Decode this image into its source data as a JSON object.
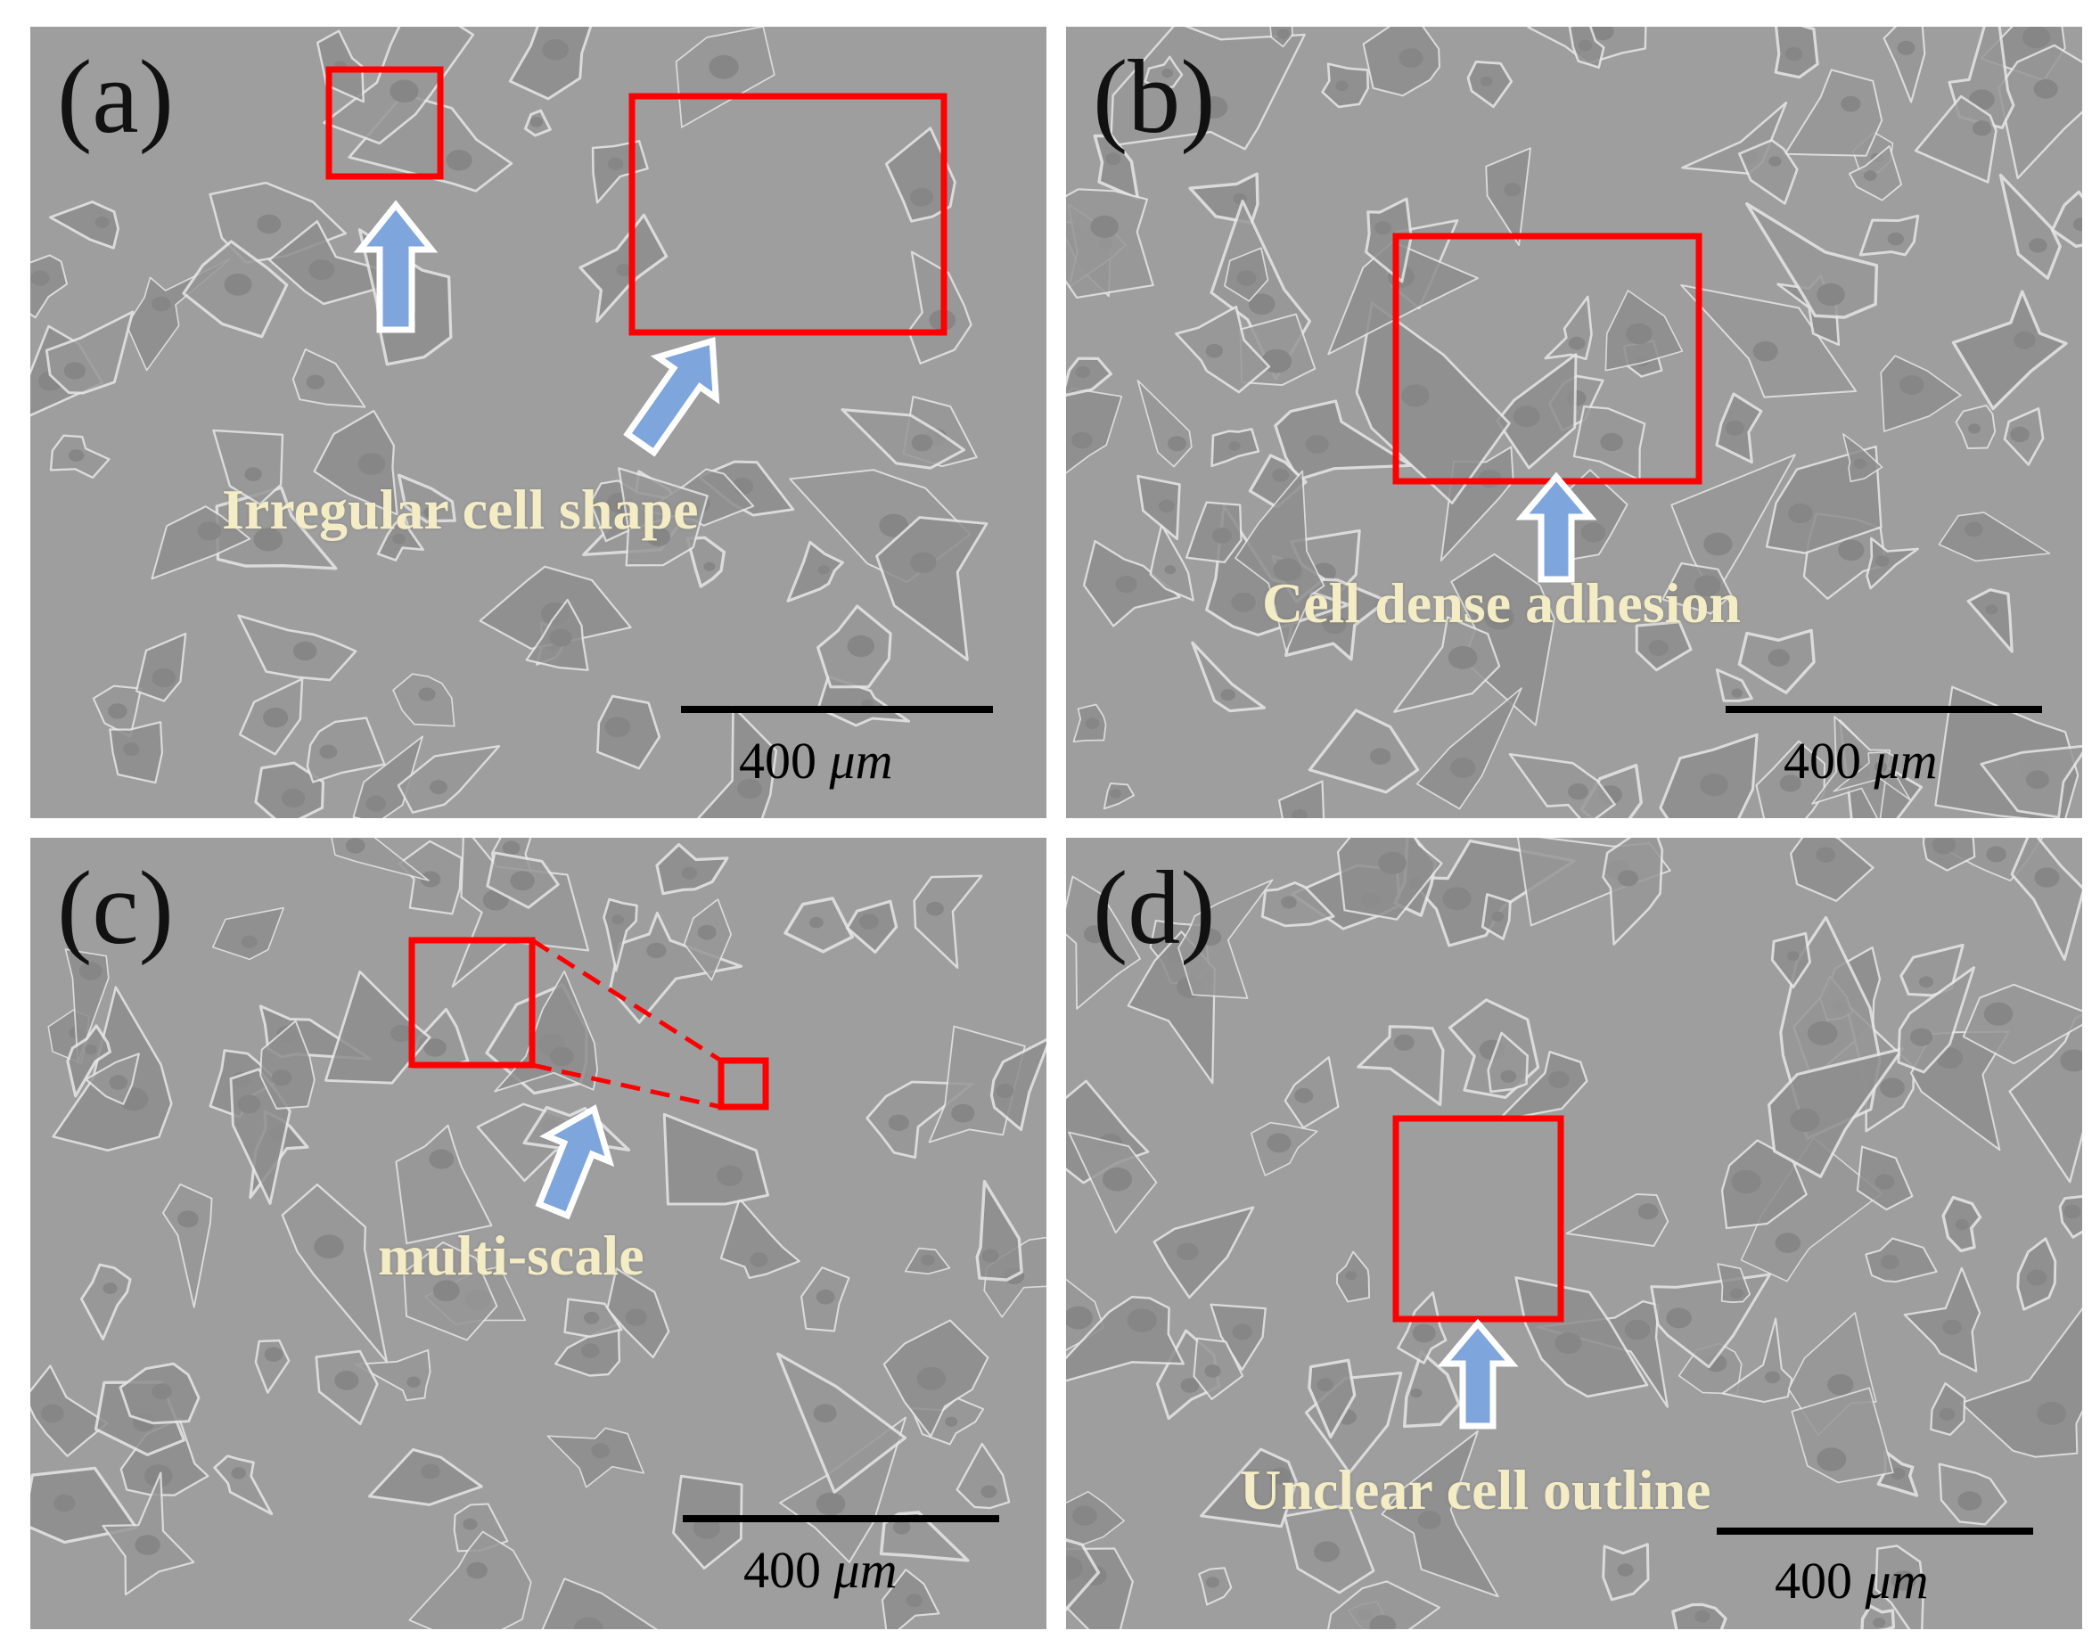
{
  "colors": {
    "box": "#ff0000",
    "arrow_fill": "#7fa6dc",
    "arrow_stroke": "#ffffff",
    "caption": "#f4ecc4",
    "background": "#9e9e9e"
  },
  "panels": [
    {
      "label": "(a)",
      "caption": "Irregular cell shape",
      "scale_value": "400",
      "scale_unit": "μm"
    },
    {
      "label": "(b)",
      "caption": "Cell dense adhesion",
      "scale_value": "400",
      "scale_unit": "μm"
    },
    {
      "label": "(c)",
      "caption": "multi-scale",
      "scale_value": "400",
      "scale_unit": "μm"
    },
    {
      "label": "(d)",
      "caption": "Unclear cell outline",
      "scale_value": "400",
      "scale_unit": "μm"
    }
  ]
}
